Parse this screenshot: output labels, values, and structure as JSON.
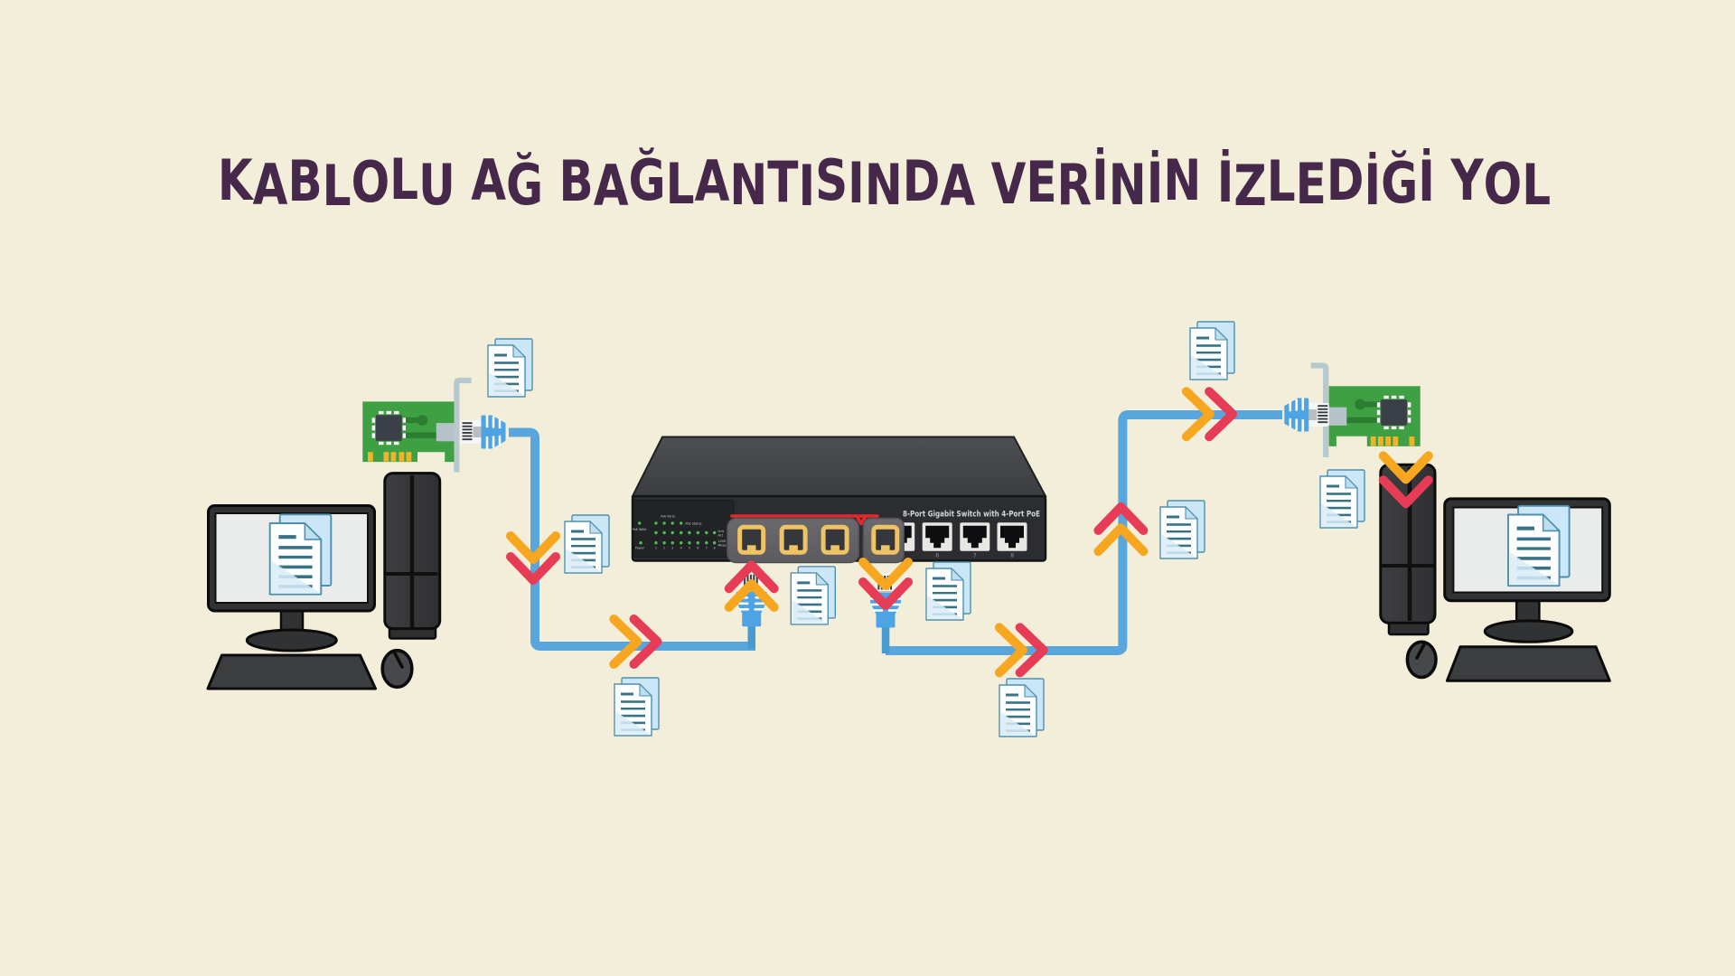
{
  "title": {
    "text": "KABLOLU AĞ BAĞLANTISINDA VERİNİN İZLEDİĞİ YOL"
  },
  "switch": {
    "name_label": "8-Port Gigabit Switch with 4-Port PoE",
    "panel": {
      "poe_ports_label": "PoE Ports",
      "poe_status_label": "PoE Status",
      "poe_watt_label": "PoE WAtt",
      "power_label": "Power",
      "link_label": "Link",
      "act_label": "Act",
      "speed_label_1": "1000",
      "speed_label_2": "Mbps",
      "port_led_numbers": [
        "1",
        "2",
        "3",
        "4",
        "5",
        "6",
        "7",
        "8"
      ]
    },
    "jack_numbers": [
      "5",
      "6",
      "7",
      "8"
    ]
  },
  "icons": {
    "document": "document-icon",
    "chevron": "flow-chevron-icon",
    "rj45_plug": "rj45-plug-icon",
    "rj45_port": "rj45-port-icon",
    "network_card": "network-card-icon"
  },
  "colors": {
    "bg": "#f2eed9",
    "title": "#46294a",
    "cable": "#58a6dc",
    "cable_dark": "#469bd1",
    "orange": "#f6a71f",
    "red": "#e73c55",
    "nic_green": "#3ea043",
    "nic_dark_green": "#2b7d30",
    "pin_gold": "#f0b42c",
    "chip": "#3a3f48",
    "bracket": "#b7c9cd",
    "silver": "#b5c3c8",
    "plug_blue": "#4da3e3",
    "doc_line": "#3a7285",
    "doc_outline": "#4e8fae",
    "doc_back": "#cbe7f7",
    "doc_shade": "#d9ecf8",
    "doc_fold": "#bedff0",
    "switch_face": "#2b2d30",
    "panel_gray": "#646467",
    "port_yellow": "#eec365",
    "port_dark": "#36373c",
    "led_green": "#49c155",
    "bezel_white": "#e8e7e3",
    "red_highlight": "#e8262c",
    "monitor_dark": "#313234",
    "screen": "#e9eceb",
    "tower_dark": "#37383a",
    "keyboard_dark": "#3c3d3f",
    "ink": "#0b0b0c"
  }
}
